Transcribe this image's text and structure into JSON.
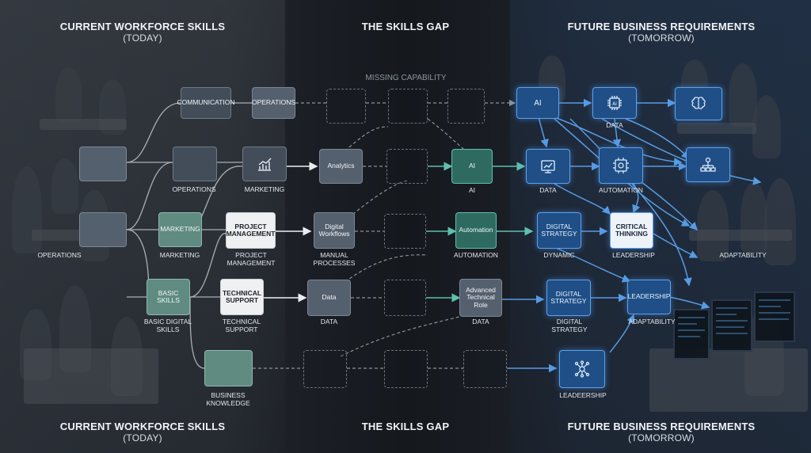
{
  "headers": {
    "left_top": {
      "title": "CURRENT WORKFORCE SKILLS",
      "sub": "(TODAY)"
    },
    "mid_top": {
      "title": "THE SKILLS GAP"
    },
    "right_top": {
      "title": "FUTURE BUSINESS REQUIREMENTS",
      "sub": "(TOMORROW)"
    },
    "left_bottom": {
      "title": "CURRENT WORKFORCE SKILLS",
      "sub": "(TODAY)"
    },
    "mid_bottom": {
      "title": "THE SKILLS GAP"
    },
    "right_bottom": {
      "title": "FUTURE BUSINESS REQUIREMENTS",
      "sub": "(TOMORROW)"
    }
  },
  "gap_caption": "MISSING CAPABILITY",
  "current": {
    "communication": "COMMUNICATION",
    "operations_top": "OPERATIONS",
    "operations_label": "OPERATIONS",
    "marketing_label": "MARKETING",
    "operations_left_label": "OPERATIONS",
    "marketing_box": "MARKETING",
    "marketing_box_label": "MARKETING",
    "project_box": "PROJECT MANAGEMENT",
    "project_label": "PROJECT MANAGEMENT",
    "basic_box": "BASIC SKILLS",
    "basic_label": "BASIC DIGITAL SKILLS",
    "technical_box": "TECHNICAL SUPPORT",
    "technical_label": "TECHNICAL SUPPORT",
    "business_label": "BUSINESS KNOWLEDGE"
  },
  "gap": {
    "analytics": "Analytics",
    "digital_workflows": "Digital Workflows",
    "manual_processes": "MANUAL PROCESSES",
    "data_box": "Data",
    "data_label": "DATA",
    "ai_box": "AI",
    "ai_label": "AI",
    "automation_box": "Automation",
    "automation_label": "AUTOMATION",
    "advanced_box": "Advanced Technical Role",
    "advanced_label": "DATA"
  },
  "future": {
    "ai_top": "AI",
    "data_top_label": "DATA",
    "data_label": "DATA",
    "automation_label": "AUTOMATION",
    "digital_strategy_box": "DIGITAL STRATEGY",
    "dynamic_label": "DYNAMIC",
    "critical_box": "CRITICAL THINKING",
    "leadership_label": "LEADERSHIP",
    "adaptability_label": "ADAPTABILITY",
    "digital_strategy_box2": "DIGITAL STRATEGY",
    "digital_strategy_label": "DIGITAL STRATEGY",
    "leadership_box": "LEADERSHIP",
    "adaptability_label2": "ADAPTABILITY",
    "leadeership_label": "LEADEERSHIP"
  },
  "colors": {
    "accent_blue": "#5aa2ee",
    "teal": "#5fbfae",
    "slate": "#55606e"
  }
}
